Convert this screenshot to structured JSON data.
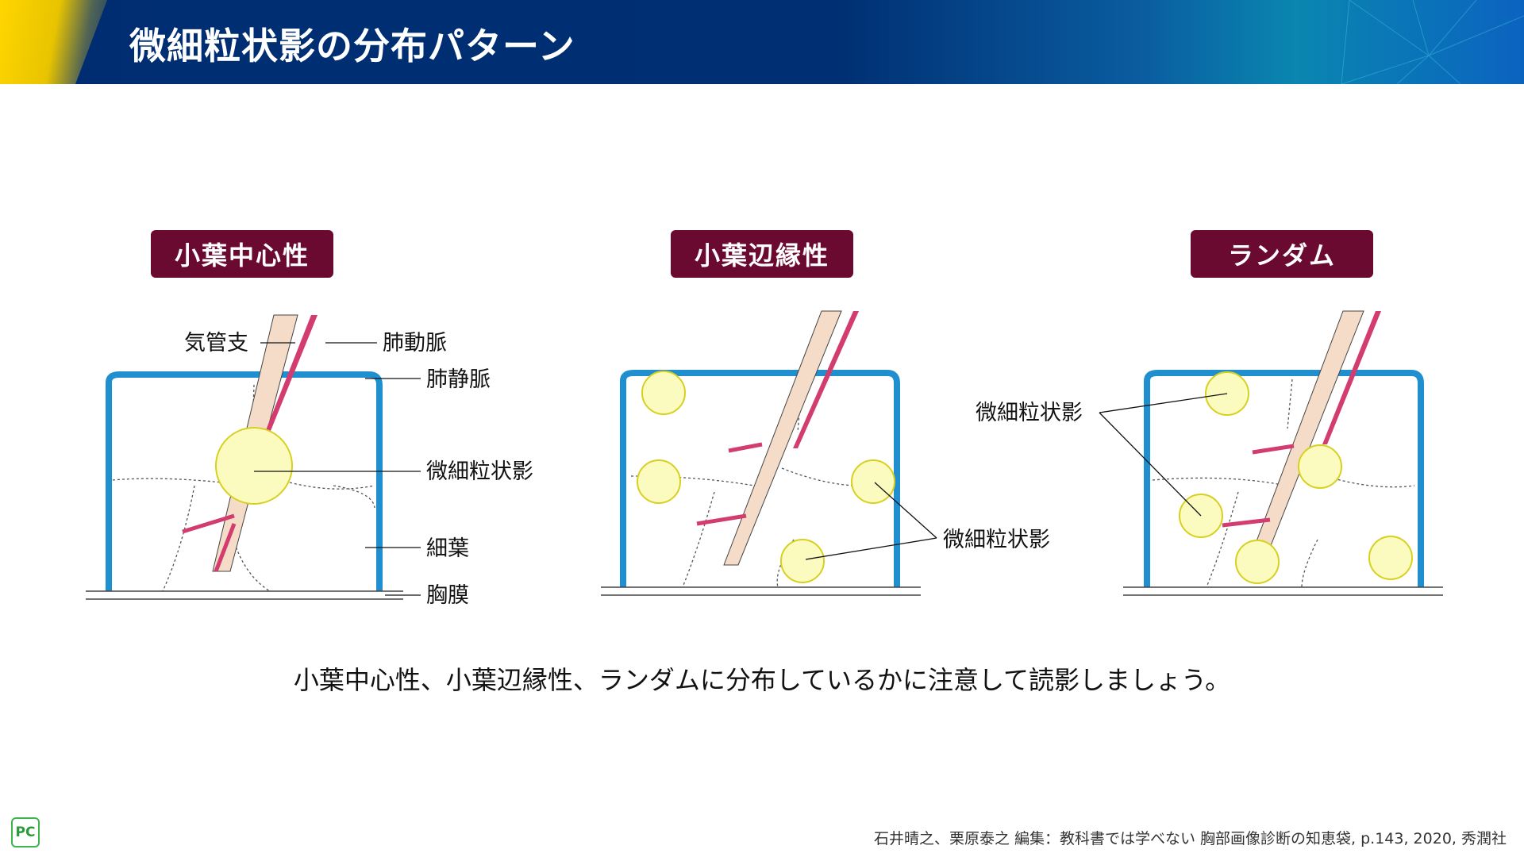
{
  "header": {
    "title": "微細粒状影の分布パターン"
  },
  "patterns": [
    {
      "label": "小葉中心性"
    },
    {
      "label": "小葉辺縁性"
    },
    {
      "label": "ランダム"
    }
  ],
  "diagram1": {
    "bronchus": "気管支",
    "pulmonary_artery": "肺動脈",
    "pulmonary_vein": "肺静脈",
    "nodule": "微細粒状影",
    "acinus": "細葉",
    "pleura": "胸膜"
  },
  "diagram2": {
    "nodule": "微細粒状影"
  },
  "diagram3": {
    "nodule": "微細粒状影"
  },
  "caption": "小葉中心性、小葉辺縁性、ランダムに分布しているかに注意して読影しましょう。",
  "citation": "石井晴之、栗原泰之 編集：教科書では学べない 胸部画像診断の知恵袋, p.143, 2020, 秀潤社",
  "logo": "PC",
  "colors": {
    "header": "#002d72",
    "pill": "#6b0a30",
    "vein": "#1f8fd0",
    "artery": "#d23c6e",
    "nodule": "#fbfbc0"
  }
}
